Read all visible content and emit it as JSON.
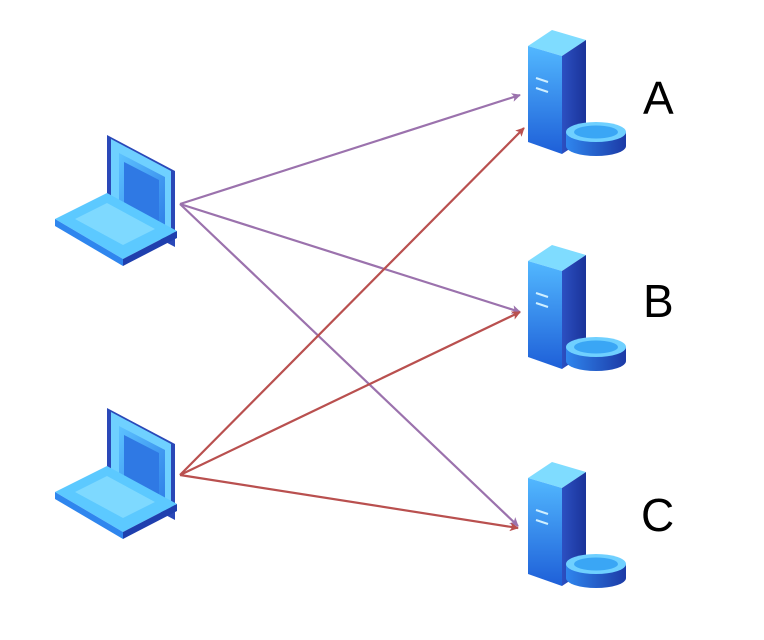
{
  "colors": {
    "client_a_arrows": "#9b72ad",
    "client_b_arrows": "#b9504f",
    "device_light": "#6fd3ff",
    "device_mid": "#2f8cf0",
    "device_dark": "#1f3fae",
    "screen": "#4aa8f5"
  },
  "clients": [
    {
      "id": "client-top",
      "icon": "laptop-icon"
    },
    {
      "id": "client-bottom",
      "icon": "laptop-icon"
    }
  ],
  "servers": [
    {
      "id": "server-a",
      "label": "A",
      "icon": "server-database-icon"
    },
    {
      "id": "server-b",
      "label": "B",
      "icon": "server-database-icon"
    },
    {
      "id": "server-c",
      "label": "C",
      "icon": "server-database-icon"
    }
  ],
  "connections": [
    {
      "from": "client-top",
      "to": "server-a"
    },
    {
      "from": "client-top",
      "to": "server-b"
    },
    {
      "from": "client-top",
      "to": "server-c"
    },
    {
      "from": "client-bottom",
      "to": "server-a"
    },
    {
      "from": "client-bottom",
      "to": "server-b"
    },
    {
      "from": "client-bottom",
      "to": "server-c"
    }
  ]
}
